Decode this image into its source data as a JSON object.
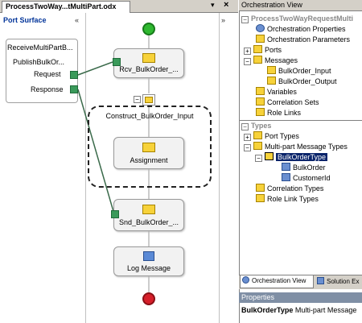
{
  "document": {
    "tab_title": "ProcessTwoWay...tMultiPart.odx",
    "arrow_glyph": "▾",
    "close_glyph": "×"
  },
  "port_surface": {
    "label": "Port Surface",
    "collapse_glyph": "«",
    "port_name": "ReceiveMultiPartB...",
    "operation": "PublishBulkOr...",
    "request": "Request",
    "response": "Response"
  },
  "canvas": {
    "expand_glyph": "»",
    "shapes": {
      "receive": "Rcv_BulkOrder_...",
      "construct": "Construct_BulkOrder_Input",
      "assignment": "Assignment",
      "send": "Snd_BulkOrder_...",
      "log": "Log Message"
    },
    "collapse_glyph": "−"
  },
  "orchestration_view": {
    "title": "Orchestration View",
    "root": "ProcessTwoWayRequestMulti",
    "items": [
      {
        "label": "Orchestration Properties",
        "icon": "gear-icon"
      },
      {
        "label": "Orchestration Parameters",
        "icon": "folder-icon"
      },
      {
        "label": "Ports",
        "icon": "folder-icon",
        "expander": "+"
      },
      {
        "label": "Messages",
        "icon": "folder-icon",
        "expander": "−"
      },
      {
        "label": "BulkOrder_Input",
        "icon": "message-icon"
      },
      {
        "label": "BulkOrder_Output",
        "icon": "message-icon"
      },
      {
        "label": "Variables",
        "icon": "folder-icon"
      },
      {
        "label": "Correlation Sets",
        "icon": "folder-icon"
      },
      {
        "label": "Role Links",
        "icon": "folder-icon"
      }
    ],
    "types_root": "Types",
    "types_expander": "−",
    "types": [
      {
        "label": "Port Types",
        "icon": "folder-icon",
        "expander": "+"
      },
      {
        "label": "Multi-part Message Types",
        "icon": "folder-icon",
        "expander": "−"
      },
      {
        "label": "BulkOrderType",
        "icon": "message-type-icon",
        "expander": "−",
        "selected": true
      },
      {
        "label": "BulkOrder",
        "icon": "part-icon"
      },
      {
        "label": "CustomerId",
        "icon": "part-icon"
      },
      {
        "label": "Correlation Types",
        "icon": "folder-icon"
      },
      {
        "label": "Role Link Types",
        "icon": "folder-icon"
      }
    ]
  },
  "tabs": {
    "orchestration_view": "Orchestration View",
    "solution_explorer": "Solution Ex"
  },
  "properties": {
    "title": "Properties",
    "object_name": "BulkOrderType",
    "object_type": "Multi-part Message"
  },
  "colors": {
    "selection": "#0a246a",
    "port_pin": "#3a9a5a",
    "start": "#2fb830",
    "end": "#d61f2a"
  }
}
